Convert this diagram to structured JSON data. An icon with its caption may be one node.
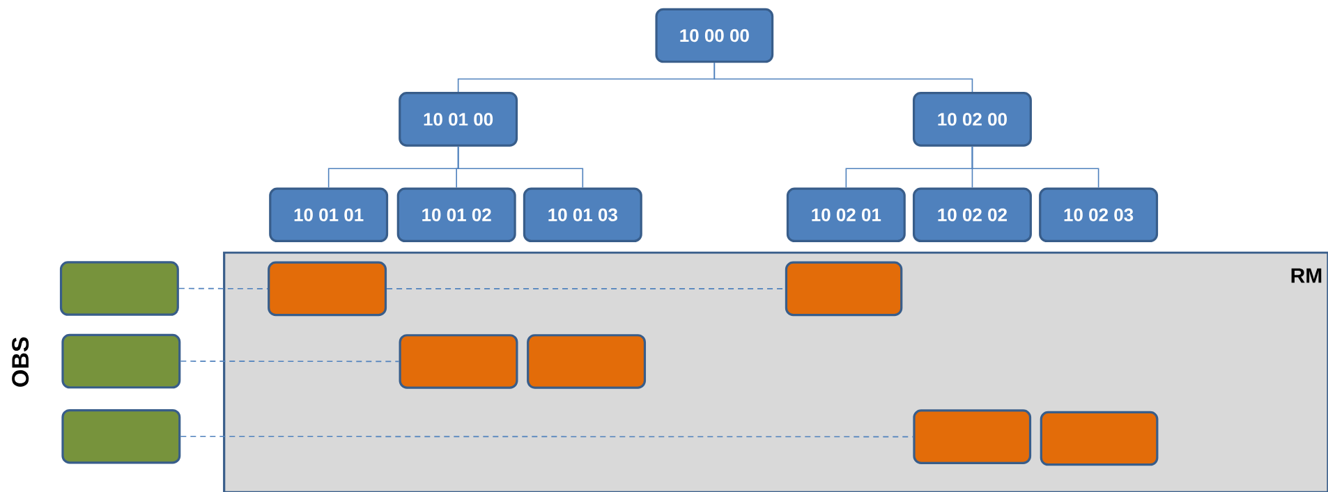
{
  "diagram": {
    "nodes": [
      {
        "text": [
          "10 00 00"
        ]
      },
      {
        "text": [
          "10 01 00"
        ]
      },
      {
        "text": [
          "10 02 00"
        ]
      },
      {
        "text": [
          "10 01 01"
        ]
      },
      {
        "text": [
          "10 01 02"
        ]
      },
      {
        "text": [
          "10 01 03"
        ]
      },
      {
        "text": [
          "10 02 01"
        ]
      },
      {
        "text": [
          "10 02 02"
        ]
      },
      {
        "text": [
          "10 02 03"
        ]
      },
      {
        "text": [
          "RM"
        ]
      },
      {
        "text": [],
        "shape": "box"
      },
      {
        "text": [],
        "shape": "box",
        "in": 9
      },
      {
        "text": [],
        "shape": "box",
        "in": 9
      },
      {
        "text": [],
        "shape": "box"
      },
      {
        "text": [],
        "shape": "box",
        "in": 9
      },
      {
        "text": [],
        "shape": "box",
        "in": 9
      },
      {
        "text": [],
        "shape": "box"
      },
      {
        "text": [],
        "shape": "box",
        "in": 9
      },
      {
        "text": [],
        "shape": "box",
        "in": 9
      }
    ],
    "edges": [
      {
        "from": 0,
        "to": 1,
        "arrow": "none"
      },
      {
        "from": 0,
        "to": 2,
        "arrow": "none"
      },
      {
        "from": 1,
        "to": 3,
        "arrow": "none"
      },
      {
        "from": 1,
        "to": 4,
        "arrow": "none"
      },
      {
        "from": 1,
        "to": 5,
        "arrow": "none"
      },
      {
        "from": 2,
        "to": 6,
        "arrow": "none"
      },
      {
        "from": 2,
        "to": 7,
        "arrow": "none"
      },
      {
        "from": 2,
        "to": 8,
        "arrow": "none"
      },
      {
        "from": 10,
        "to": 11,
        "arrow": "none",
        "style": "dashed"
      },
      {
        "from": 11,
        "to": 12,
        "arrow": "none",
        "style": "dashed"
      },
      {
        "from": 13,
        "to": 14,
        "arrow": "none",
        "style": "dashed"
      },
      {
        "from": 16,
        "to": 17,
        "arrow": "none",
        "style": "dashed"
      }
    ],
    "labels": [
      "OBS"
    ]
  }
}
